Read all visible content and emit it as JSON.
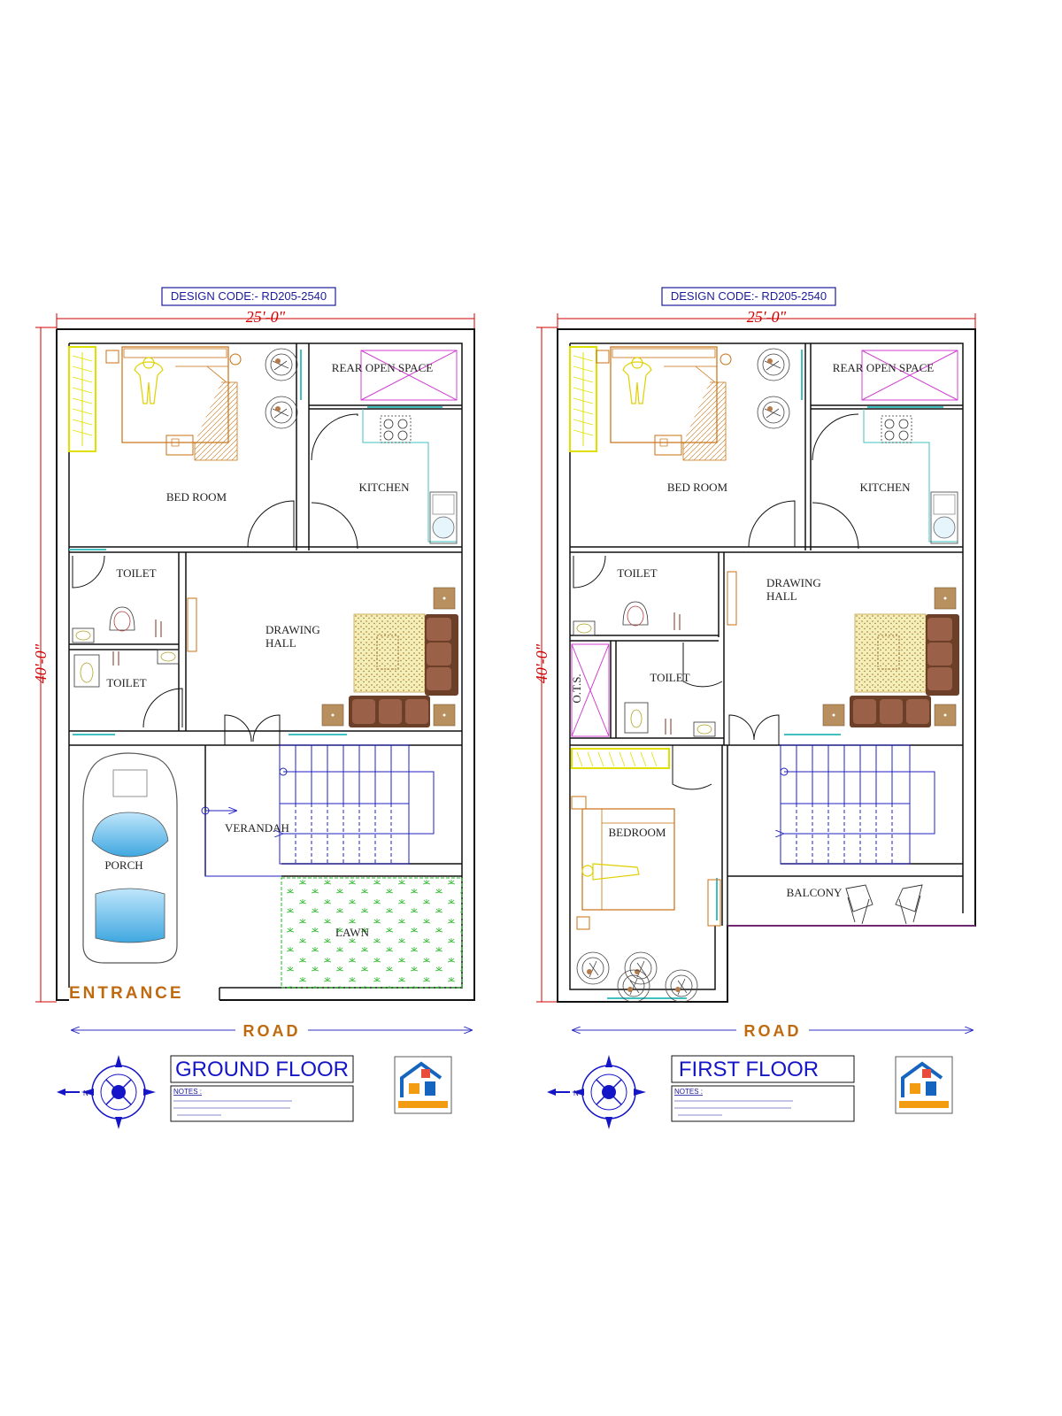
{
  "colors": {
    "wall": "#111111",
    "dimension": "#d00000",
    "stair": "#2020c0",
    "furniture": "#c87010",
    "highlight": "#e8e800",
    "cyan": "#40c0c0",
    "magenta": "#d040d0",
    "lawn": "#20c020",
    "car": "#5ab8e8"
  },
  "ground": {
    "design_code": "DESIGN CODE:- RD205-2540",
    "width_dim": "25'-0\"",
    "depth_dim": "40'-0\"",
    "rooms": {
      "bed_room": "BED ROOM",
      "rear_open_space": "REAR OPEN SPACE",
      "kitchen": "KITCHEN",
      "toilet_1": "TOILET",
      "toilet_2": "TOILET",
      "drawing": "DRAWING",
      "hall": "HALL",
      "verandah": "VERANDAH",
      "porch": "PORCH",
      "lawn": "LAWN"
    },
    "entrance": "ENTRANCE",
    "road": "ROAD",
    "title": "GROUND FLOOR",
    "notes_label": "NOTES :"
  },
  "first": {
    "design_code": "DESIGN CODE:- RD205-2540",
    "width_dim": "25'-0\"",
    "depth_dim": "40'-0\"",
    "rooms": {
      "bed_room": "BED ROOM",
      "rear_open_space": "REAR OPEN SPACE",
      "kitchen": "KITCHEN",
      "toilet_1": "TOILET",
      "toilet_2": "TOILET",
      "drawing": "DRAWING",
      "hall": "HALL",
      "ots": "O.T.S.",
      "bedroom": "BEDROOM",
      "balcony": "BALCONY"
    },
    "road": "ROAD",
    "title": "FIRST FLOOR",
    "notes_label": "NOTES :"
  },
  "compass": {
    "north": "N"
  }
}
